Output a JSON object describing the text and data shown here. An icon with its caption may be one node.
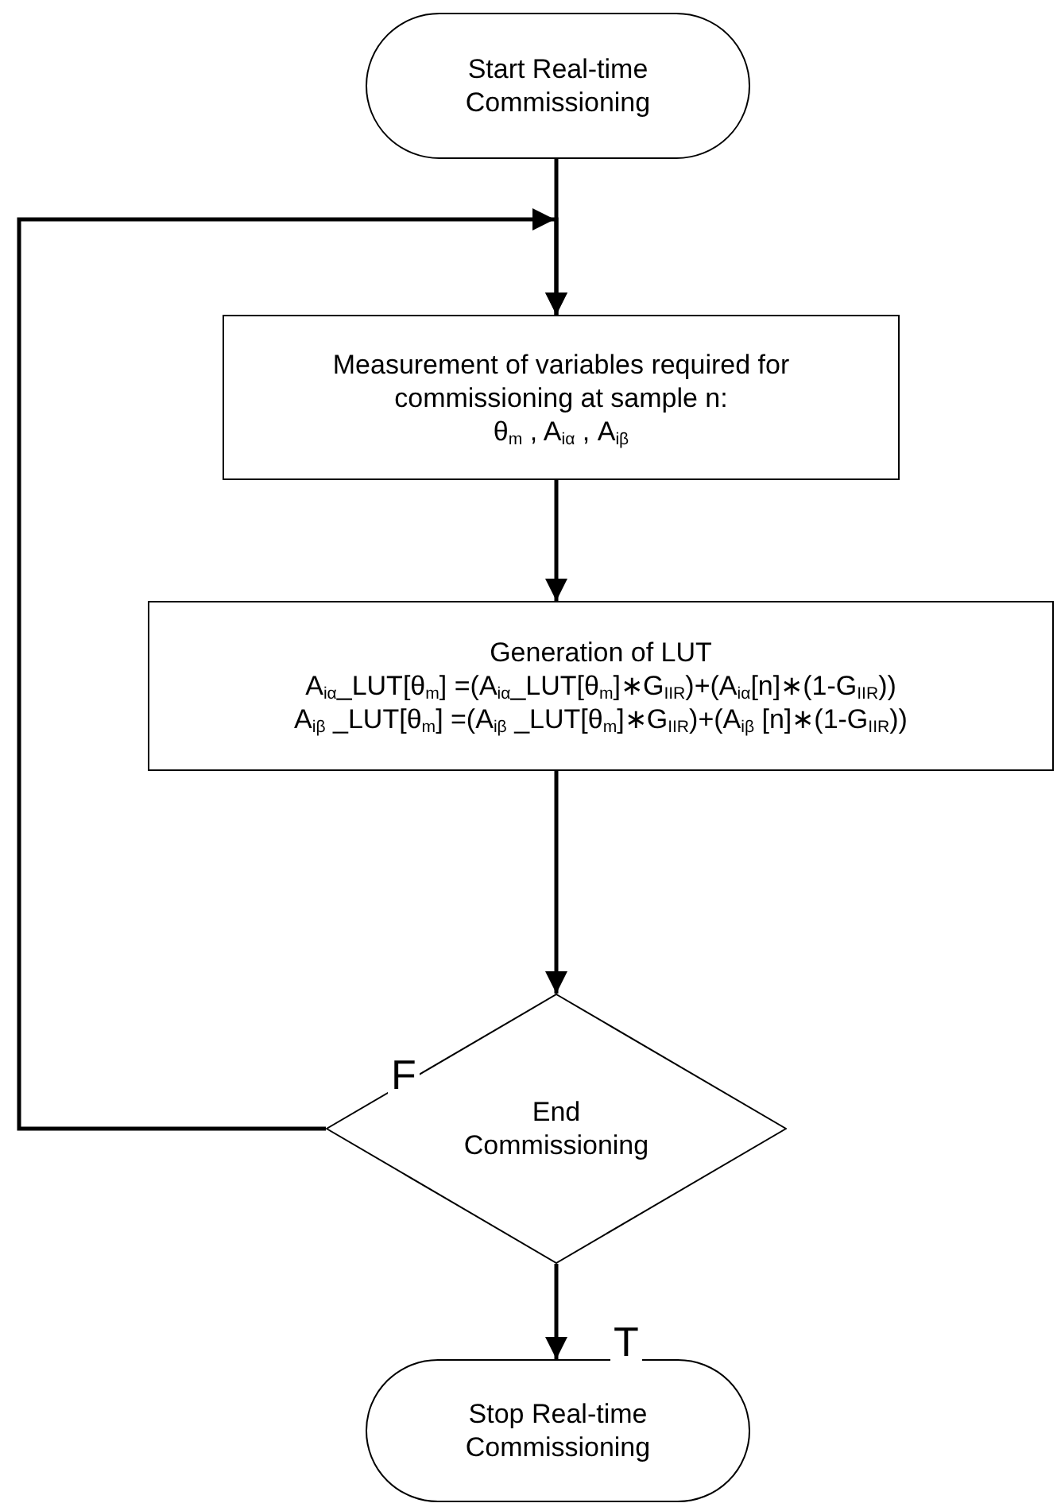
{
  "diagram": {
    "nodes": [
      {
        "text": [
          "Start Real-time Commissioning"
        ]
      },
      {
        "text": [
          "Measurement of variables required for commissioning at sample n:",
          "θ$_{m}$ , A$_{iα}$ , A$_{iβ}$"
        ]
      },
      {
        "text": [
          "Generation of LUT",
          "A$_{iα}$_LUT[θ$_{m}$] =(A$_{iα}$_LUT[θ$_{m}$]∗G$_{IIR}$)+(A$_{iα}$[n]∗(1-G$_{IIR}$))",
          "A$_{iβ}$ _LUT[θ$_{m}$] =(A$_{iβ}$ _LUT[θ$_{m}$]∗G$_{IIR}$)+(A$_{iβ}$ [n]∗(1-G$_{IIR}$))"
        ]
      },
      {
        "text": [
          "End Commissioning"
        ]
      },
      {
        "text": [
          "Stop Real-time Commissioning"
        ]
      }
    ],
    "edges": [
      {
        "from": 0,
        "to": 1,
        "arrow": "to"
      },
      {
        "from": 1,
        "to": 2,
        "arrow": "to"
      },
      {
        "from": 2,
        "to": 3,
        "arrow": "to"
      },
      {
        "from": 3,
        "to": 1,
        "arrow": "to",
        "label": "F"
      },
      {
        "from": 3,
        "to": 4,
        "arrow": "to",
        "label": "T"
      }
    ]
  }
}
